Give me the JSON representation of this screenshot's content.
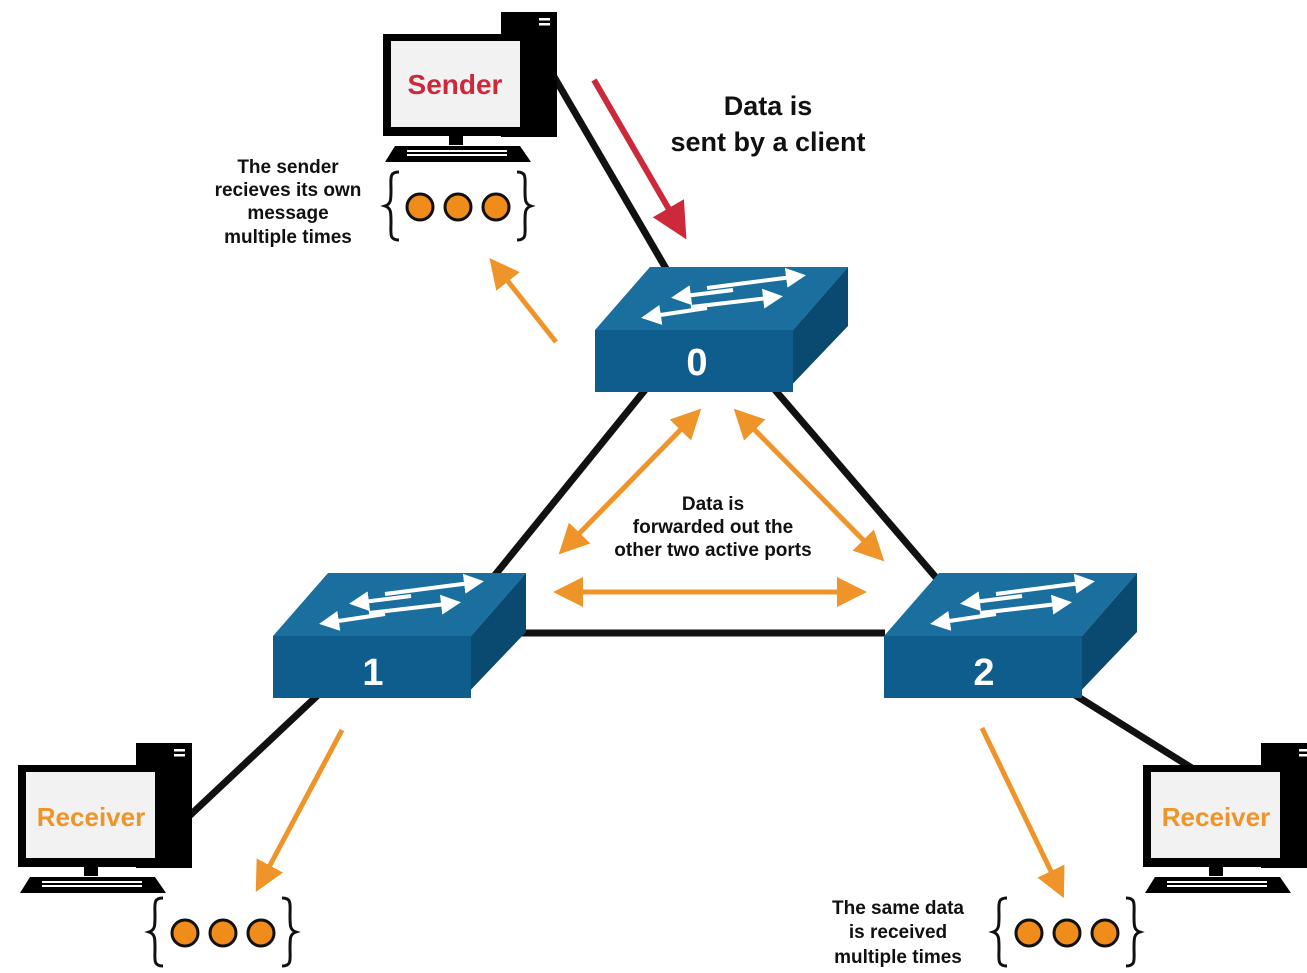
{
  "colors": {
    "switch_front": "#0e5d8c",
    "switch_top": "#1a6f9e",
    "switch_side": "#0a4a70",
    "link": "#111111",
    "sent_arrow": "#cc2a3a",
    "forward_arrow": "#ef9429",
    "sender_text": "#cc2a3a",
    "receiver_text": "#ef9429",
    "packet_fill": "#ef8c1a"
  },
  "icons": {
    "computer": "desktop-computer-icon",
    "switch": "network-switch-icon",
    "packet": "packet-dot-icon"
  },
  "computers": {
    "sender": {
      "label": "Sender"
    },
    "receiver_left": {
      "label": "Receiver"
    },
    "receiver_right": {
      "label": "Receiver"
    }
  },
  "switches": [
    {
      "id": "0",
      "label": "0"
    },
    {
      "id": "1",
      "label": "1"
    },
    {
      "id": "2",
      "label": "2"
    }
  ],
  "annotations": {
    "data_sent": [
      "Data is",
      "sent by a client"
    ],
    "sender_receives": [
      "The sender",
      "recieves its own",
      "message",
      "multiple times"
    ],
    "forwarded": [
      "Data is",
      "forwarded out the",
      "other two active ports"
    ],
    "same_data": [
      "The same data",
      "is received",
      "multiple times"
    ]
  },
  "packet_groups": [
    {
      "id": "sender",
      "count": 3
    },
    {
      "id": "receiver-left",
      "count": 3
    },
    {
      "id": "receiver-right",
      "count": 3
    }
  ]
}
